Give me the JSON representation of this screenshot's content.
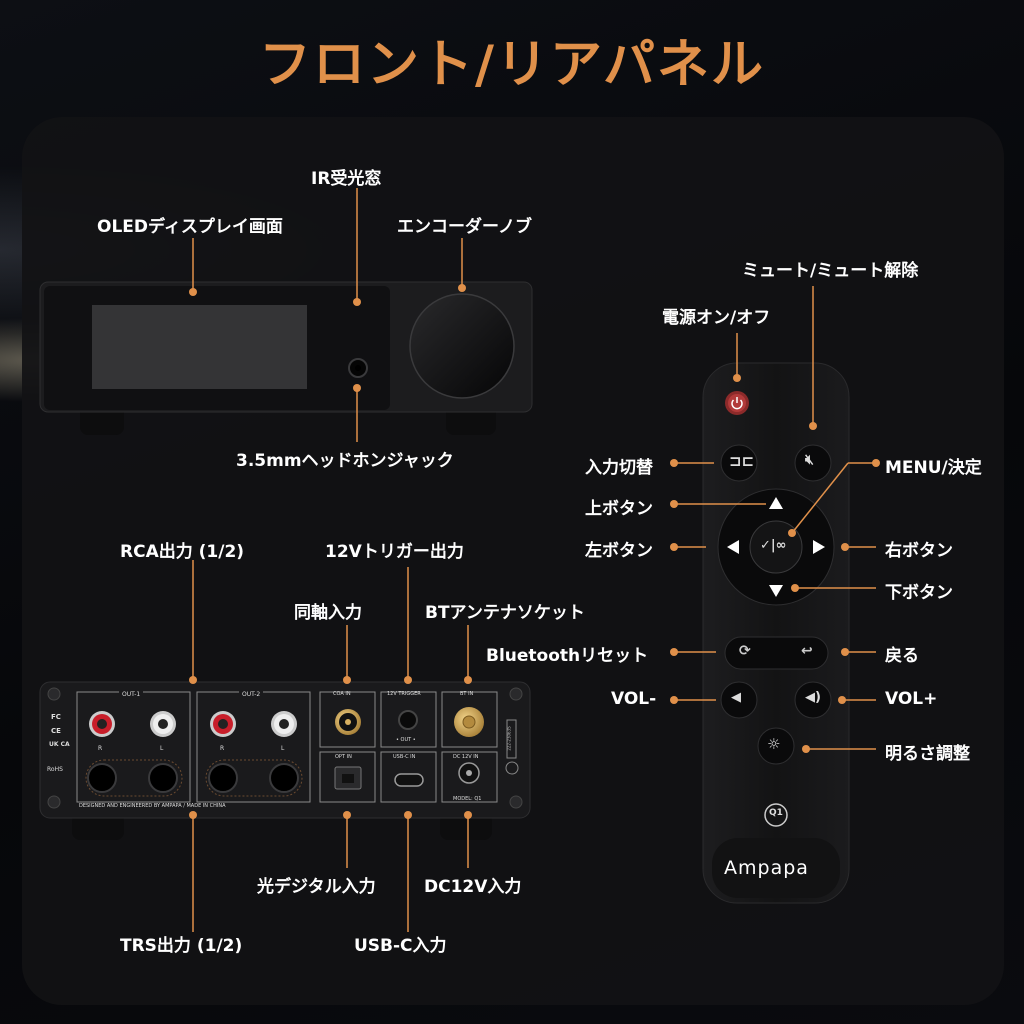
{
  "title": "フロント/リアパネル",
  "front_labels": {
    "ir": "IR受光窓",
    "oled": "OLEDディスプレイ画面",
    "encoder": "エンコーダーノブ",
    "headphone": "3.5mmヘッドホンジャック"
  },
  "rear_labels": {
    "rca": "RCA出力 (1/2)",
    "trigger": "12Vトリガー出力",
    "coax": "同軸入力",
    "bt_antenna": "BTアンテナソケット",
    "optical": "光デジタル入力",
    "dc": "DC12V入力",
    "trs": "TRS出力 (1/2)",
    "usbc": "USB-C入力"
  },
  "rear_panel": {
    "out1": "OUT-1",
    "out2": "OUT-2",
    "coa_in": "COA IN",
    "trigger": "12V TRIGGER",
    "trigger_out": "• OUT •",
    "bt_in": "BT IN",
    "opt_in": "OPT IN",
    "usbc_in": "USB-C IN",
    "dc_in": "DC 12V IN",
    "model": "MODEL: Q1",
    "r": "R",
    "l": "L",
    "footer": "DESIGNED AND ENGINEERED BY AMPAPA  / MADE IN CHINA",
    "cert_fc": "FC",
    "cert_ce": "CE",
    "cert_uk": "UK CA",
    "cert_rohs": "RoHS",
    "side_code": "222-23063S"
  },
  "remote_labels": {
    "mute": "ミュート/ミュート解除",
    "power": "電源オン/オフ",
    "input": "入力切替",
    "menu": "MENU/決定",
    "up": "上ボタン",
    "left": "左ボタン",
    "right": "右ボタン",
    "down": "下ボタン",
    "bt_reset": "Bluetoothリセット",
    "back": "戻る",
    "vol_minus": "VOL-",
    "vol_plus": "VOL+",
    "brightness": "明るさ調整"
  },
  "remote": {
    "model_badge": "Q1",
    "brand": "Ampapa"
  },
  "colors": {
    "accent": "#e0904a",
    "device": "#1b1b1d",
    "remote": "#161618"
  }
}
